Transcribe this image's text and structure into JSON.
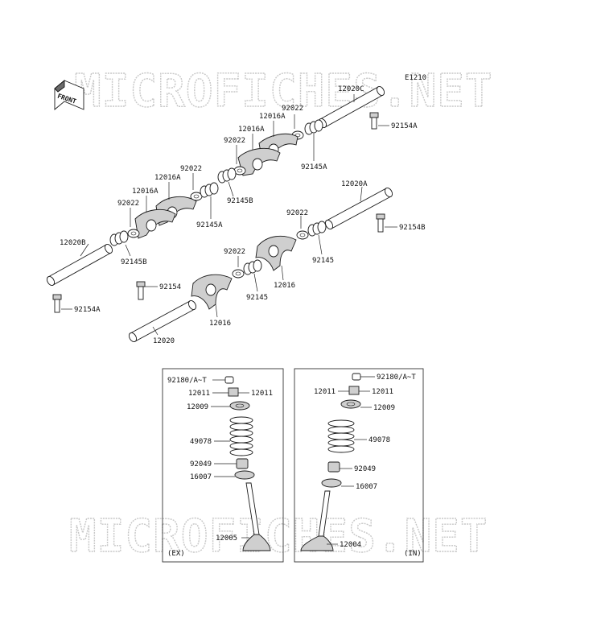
{
  "diagram": {
    "code": "E1210",
    "front_label": "FRONT",
    "watermark": "MICROFICHES.NET",
    "box_labels": {
      "left": "(EX)",
      "right": "(IN)"
    },
    "labels": {
      "p12020C": "12020C",
      "p92154A_top": "92154A",
      "p92022_a": "92022",
      "p12016A_a": "12016A",
      "p12016A_b": "12016A",
      "p92022_b": "92022",
      "p92145A_a": "92145A",
      "p92145B_a": "92145B",
      "p92022_c": "92022",
      "p12016A_c": "12016A",
      "p12016A_d": "12016A",
      "p92022_d": "92022",
      "p92145A_b": "92145A",
      "p12020B": "12020B",
      "p92145B_b": "92145B",
      "p12020A": "12020A",
      "p92022_e": "92022",
      "p92154B": "92154B",
      "p92145_a": "92145",
      "p92022_f": "92022",
      "p12016_a": "12016",
      "p92145_b": "92145",
      "p92154": "92154",
      "p92154A_bot": "92154A",
      "p12016_b": "12016",
      "p12020": "12020",
      "ex_92180": "92180/A~T",
      "ex_12011_l": "12011",
      "ex_12011_r": "12011",
      "ex_12009": "12009",
      "ex_49078": "49078",
      "ex_92049": "92049",
      "ex_16007": "16007",
      "ex_12005": "12005",
      "in_92180": "92180/A~T",
      "in_12011_l": "12011",
      "in_12011_r": "12011",
      "in_12009": "12009",
      "in_49078": "49078",
      "in_92049": "92049",
      "in_16007": "16007",
      "in_12004": "12004"
    }
  }
}
